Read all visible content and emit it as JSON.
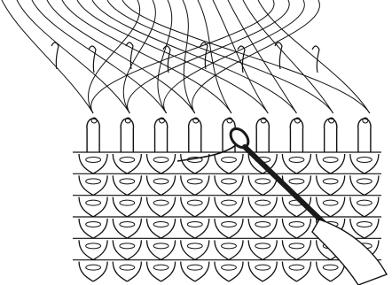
{
  "illustration": {
    "subject": "knitting-stitches-with-needle",
    "loops_count": 9,
    "rows_count": 6,
    "colors": {
      "line": "#111111",
      "paper": "#ffffff",
      "needle": "#1a1a1a"
    }
  }
}
